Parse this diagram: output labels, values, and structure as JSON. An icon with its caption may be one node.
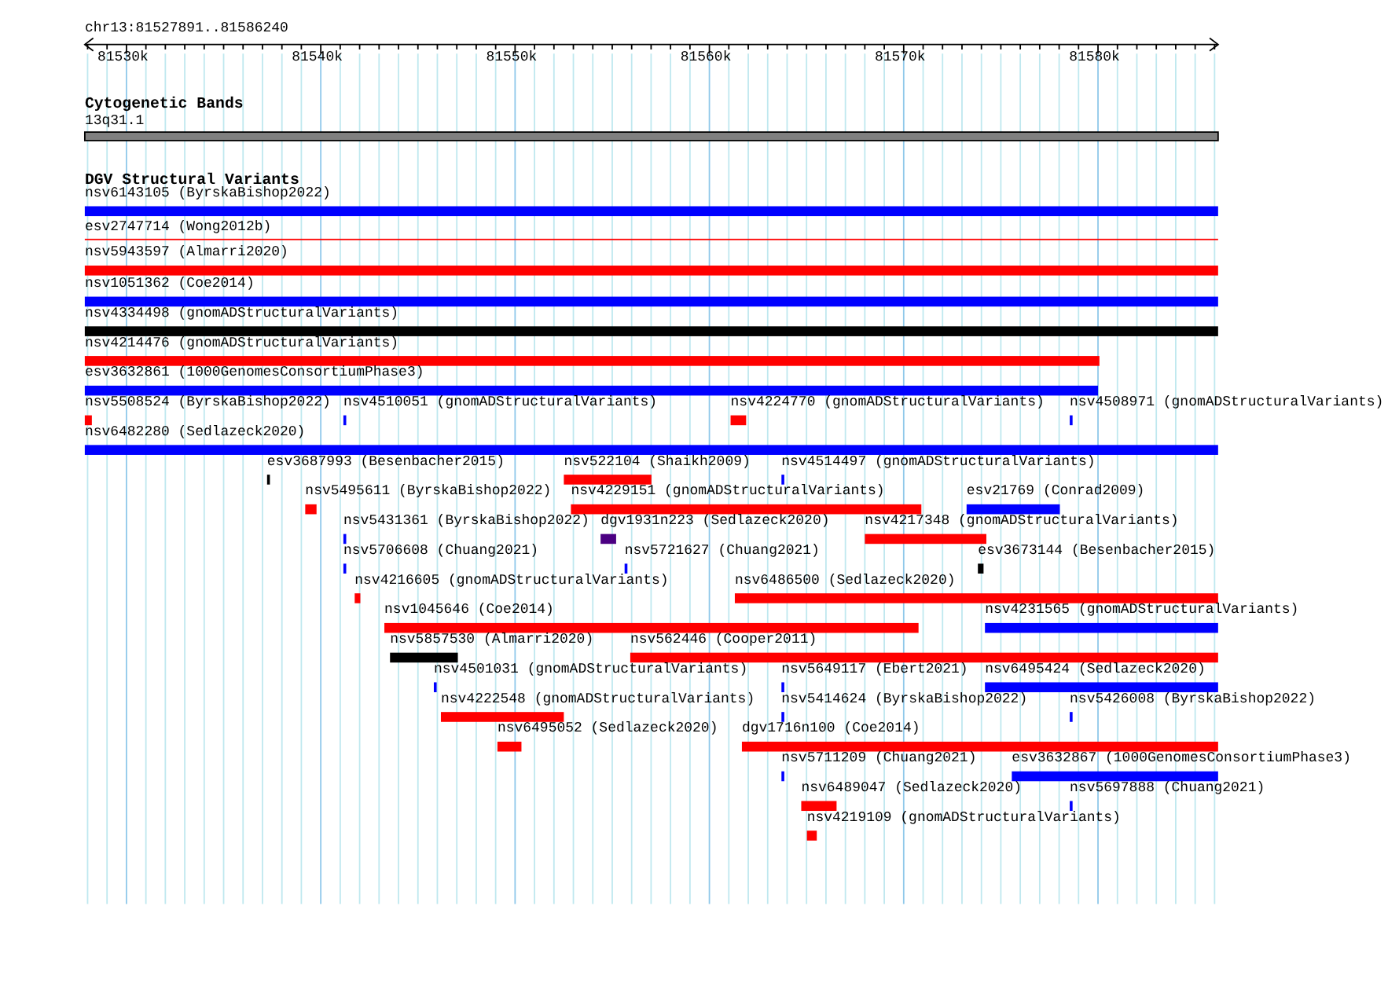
{
  "diagram": {
    "labels": [
      "chr13:81527891..81586240",
      "81530k",
      "81540k",
      "81550k",
      "81560k",
      "81570k",
      "81580k",
      "Cytogenetic Bands",
      "13q31.1",
      "DGV Structural Variants",
      "nsv6143105 (ByrskaBishop2022)",
      "esv2747714 (Wong2012b)",
      "nsv5943597 (Almarri2020)",
      "nsv1051362 (Coe2014)",
      "nsv4334498 (gnomADStructuralVariants)",
      "nsv4214476 (gnomADStructuralVariants)",
      "esv3632861 (1000GenomesConsortiumPhase3)",
      "nsv5508524 (ByrskaBishop2022)",
      "nsv4510051 (gnomADStructuralVariants)",
      "nsv4224770 (gnomADStructuralVariants)",
      "nsv4508971 (gnomADStructuralVariants)",
      "nsv6482280 (Sedlazeck2020)",
      "esv3687993 (Besenbacher2015)",
      "nsv522104 (Shaikh2009)",
      "nsv4514497 (gnomADStructuralVariants)",
      "nsv5495611 (ByrskaBishop2022)",
      "nsv4229151 (gnomADStructuralVariants)",
      "esv21769 (Conrad2009)",
      "nsv5431361 (ByrskaBishop2022)",
      "dgv1931n223 (Sedlazeck2020)",
      "nsv4217348 (gnomADStructuralVariants)",
      "nsv5706608 (Chuang2021)",
      "nsv5721627 (Chuang2021)",
      "esv3673144 (Besenbacher2015)",
      "nsv4216605 (gnomADStructuralVariants)",
      "nsv6486500 (Sedlazeck2020)",
      "nsv1045646 (Coe2014)",
      "nsv4231565 (gnomADStructuralVariants)",
      "nsv5857530 (Almarri2020)",
      "nsv562446 (Cooper2011)",
      "nsv4501031 (gnomADStructuralVariants)",
      "nsv5649117 (Ebert2021)",
      "nsv6495424 (Sedlazeck2020)",
      "nsv4222548 (gnomADStructuralVariants)",
      "nsv5414624 (ByrskaBishop2022)",
      "nsv5426008 (ByrskaBishop2022)",
      "nsv6495052 (Sedlazeck2020)",
      "dgv1716n100 (Coe2014)",
      "nsv5711209 (Chuang2021)",
      "esv3632867 (1000GenomesConsortiumPhase3)",
      "nsv6489047 (Sedlazeck2020)",
      "nsv5697888 (Chuang2021)",
      "nsv4219109 (gnomADStructuralVariants)"
    ]
  }
}
